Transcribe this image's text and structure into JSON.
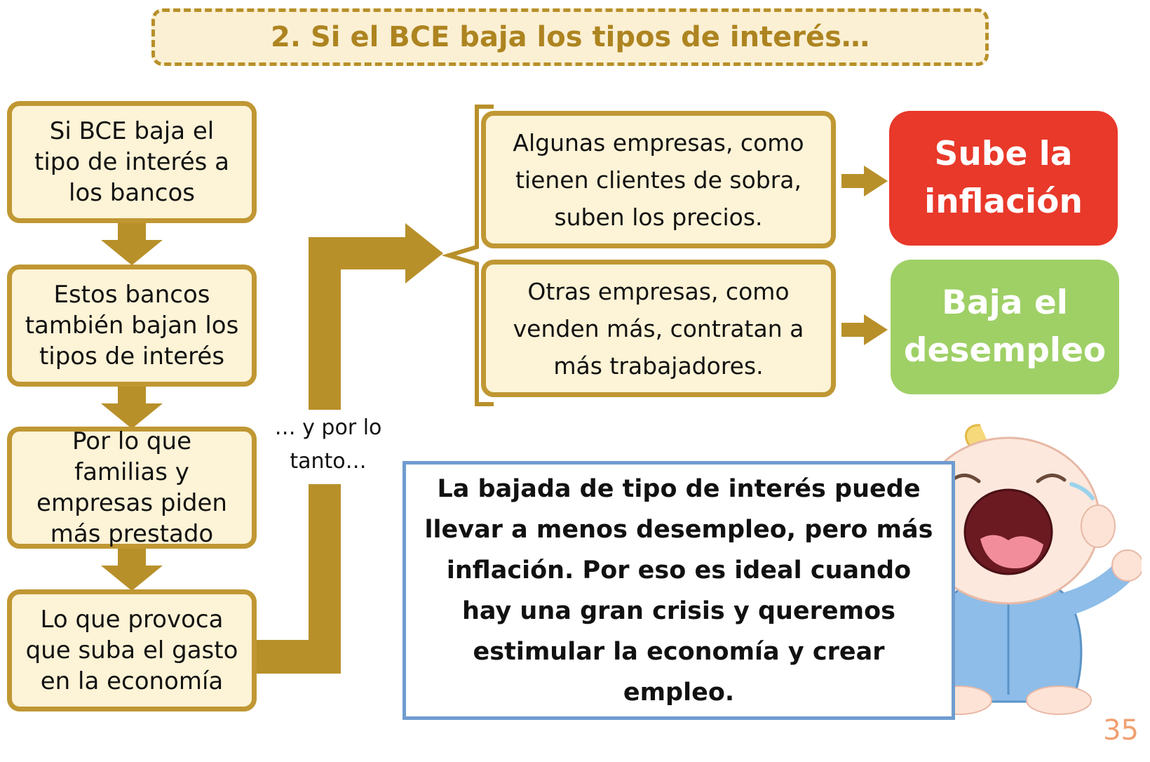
{
  "title": "2. Si el BCE baja los tipos de interés…",
  "steps": [
    "Si BCE baja el tipo de interés a los bancos",
    "Estos bancos también bajan los tipos de interés",
    "Por lo que familias y empresas piden más prestado",
    "Lo que provoca que suba el gasto en la economía"
  ],
  "connector_text": "… y por lo tanto…",
  "effects": [
    "Algunas empresas, como tienen clientes de sobra, suben los precios.",
    "Otras empresas, como venden más, contratan a más trabajadores."
  ],
  "results": {
    "inflation": "Sube la inflación",
    "unemployment": "Baja el desempleo"
  },
  "conclusion": "La bajada de tipo de interés puede llevar a menos desempleo, pero más inflación. Por eso es ideal cuando hay una gran crisis y queremos estimular la economía y crear empleo.",
  "page_number": "35",
  "colors": {
    "arrow": "#b8902a",
    "box_fill": "#fdf3d6",
    "box_border": "#c09733",
    "red": "#e8392a",
    "green": "#9fd066",
    "note_border": "#6f9ccf",
    "page_number": "#f0a071"
  }
}
